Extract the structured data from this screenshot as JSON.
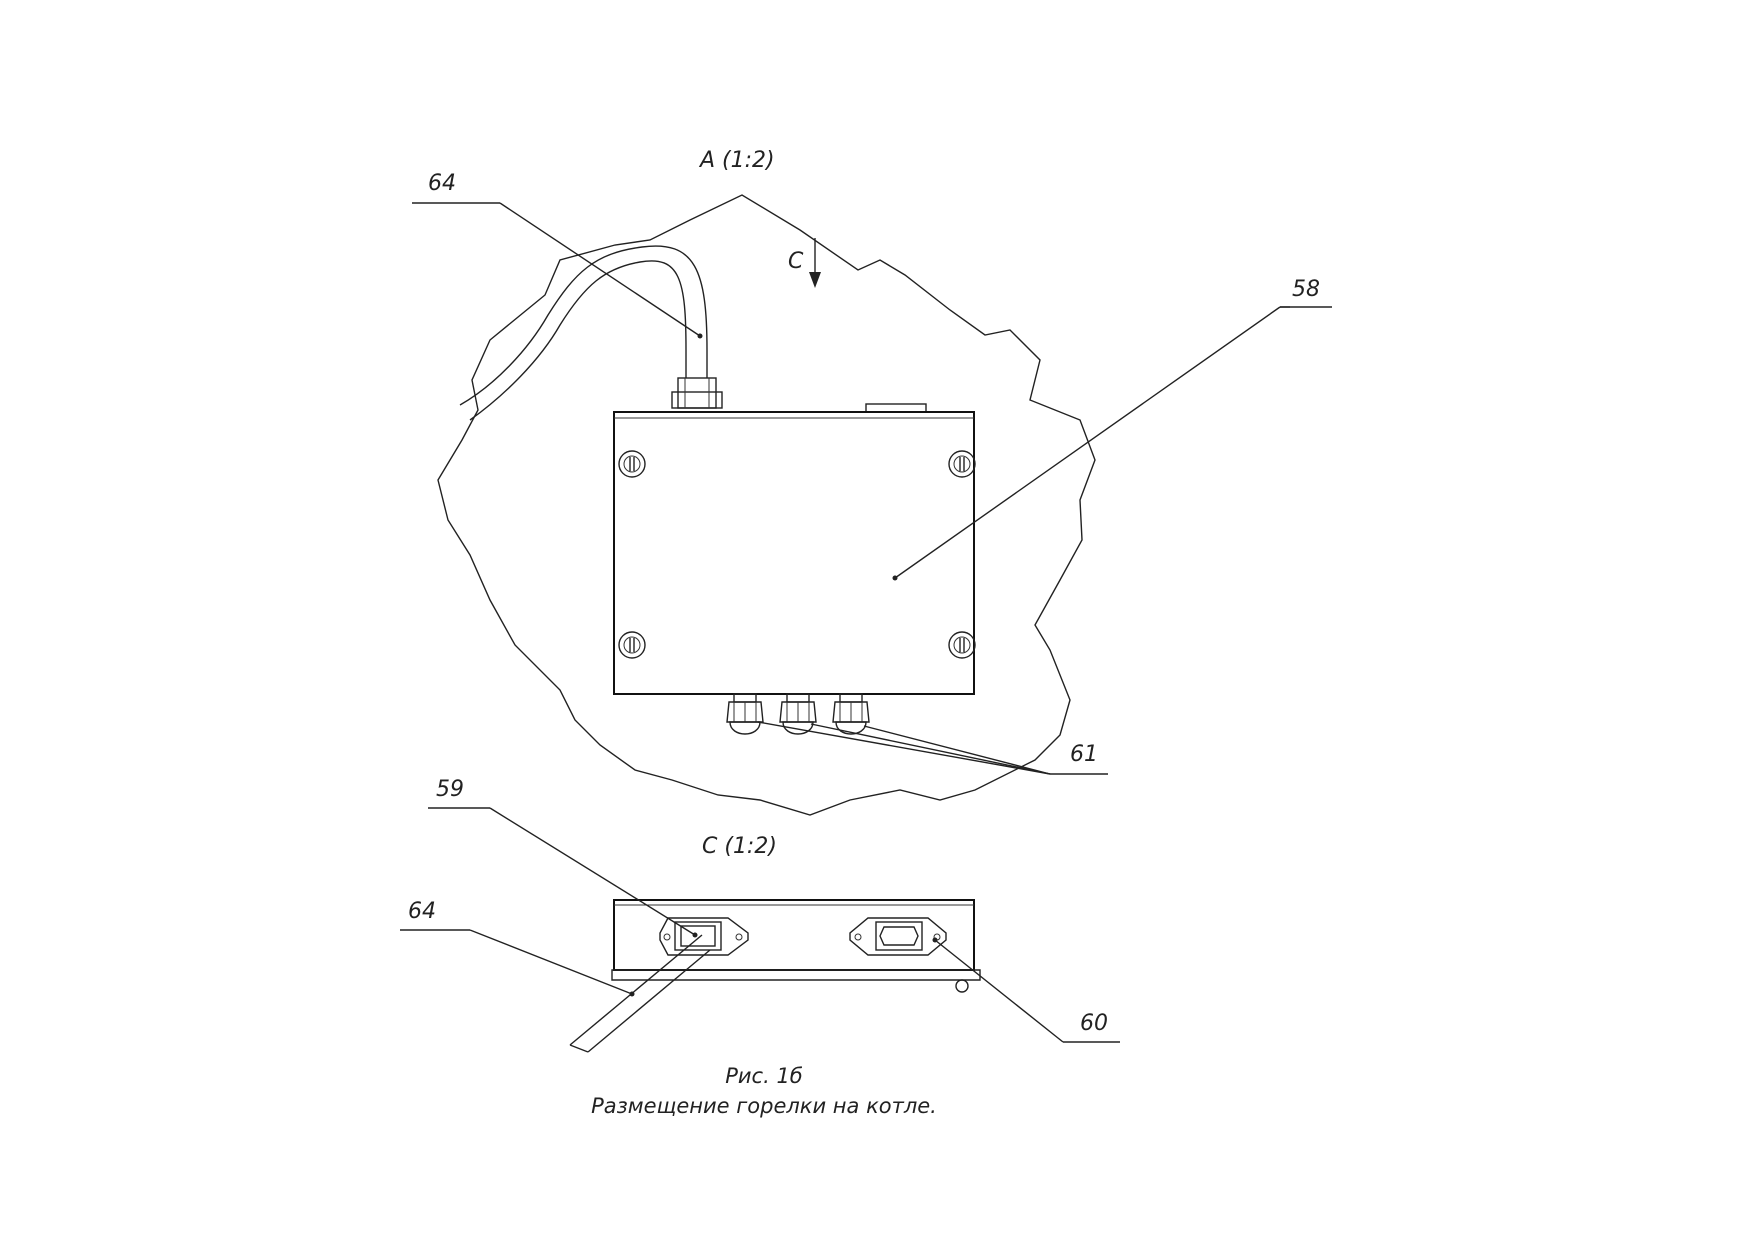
{
  "views": {
    "view_a_title": "A (1:2)",
    "view_c_title": "C (1:2)",
    "view_arrow_letter": "C"
  },
  "callouts": {
    "cable_top": "64",
    "box_top": "58",
    "glands": "61",
    "socket_left": "59",
    "cable_bottom": "64",
    "socket_right": "60"
  },
  "caption": {
    "figure_number": "Рис. 1б",
    "figure_title": "Размещение горелки на котле."
  }
}
